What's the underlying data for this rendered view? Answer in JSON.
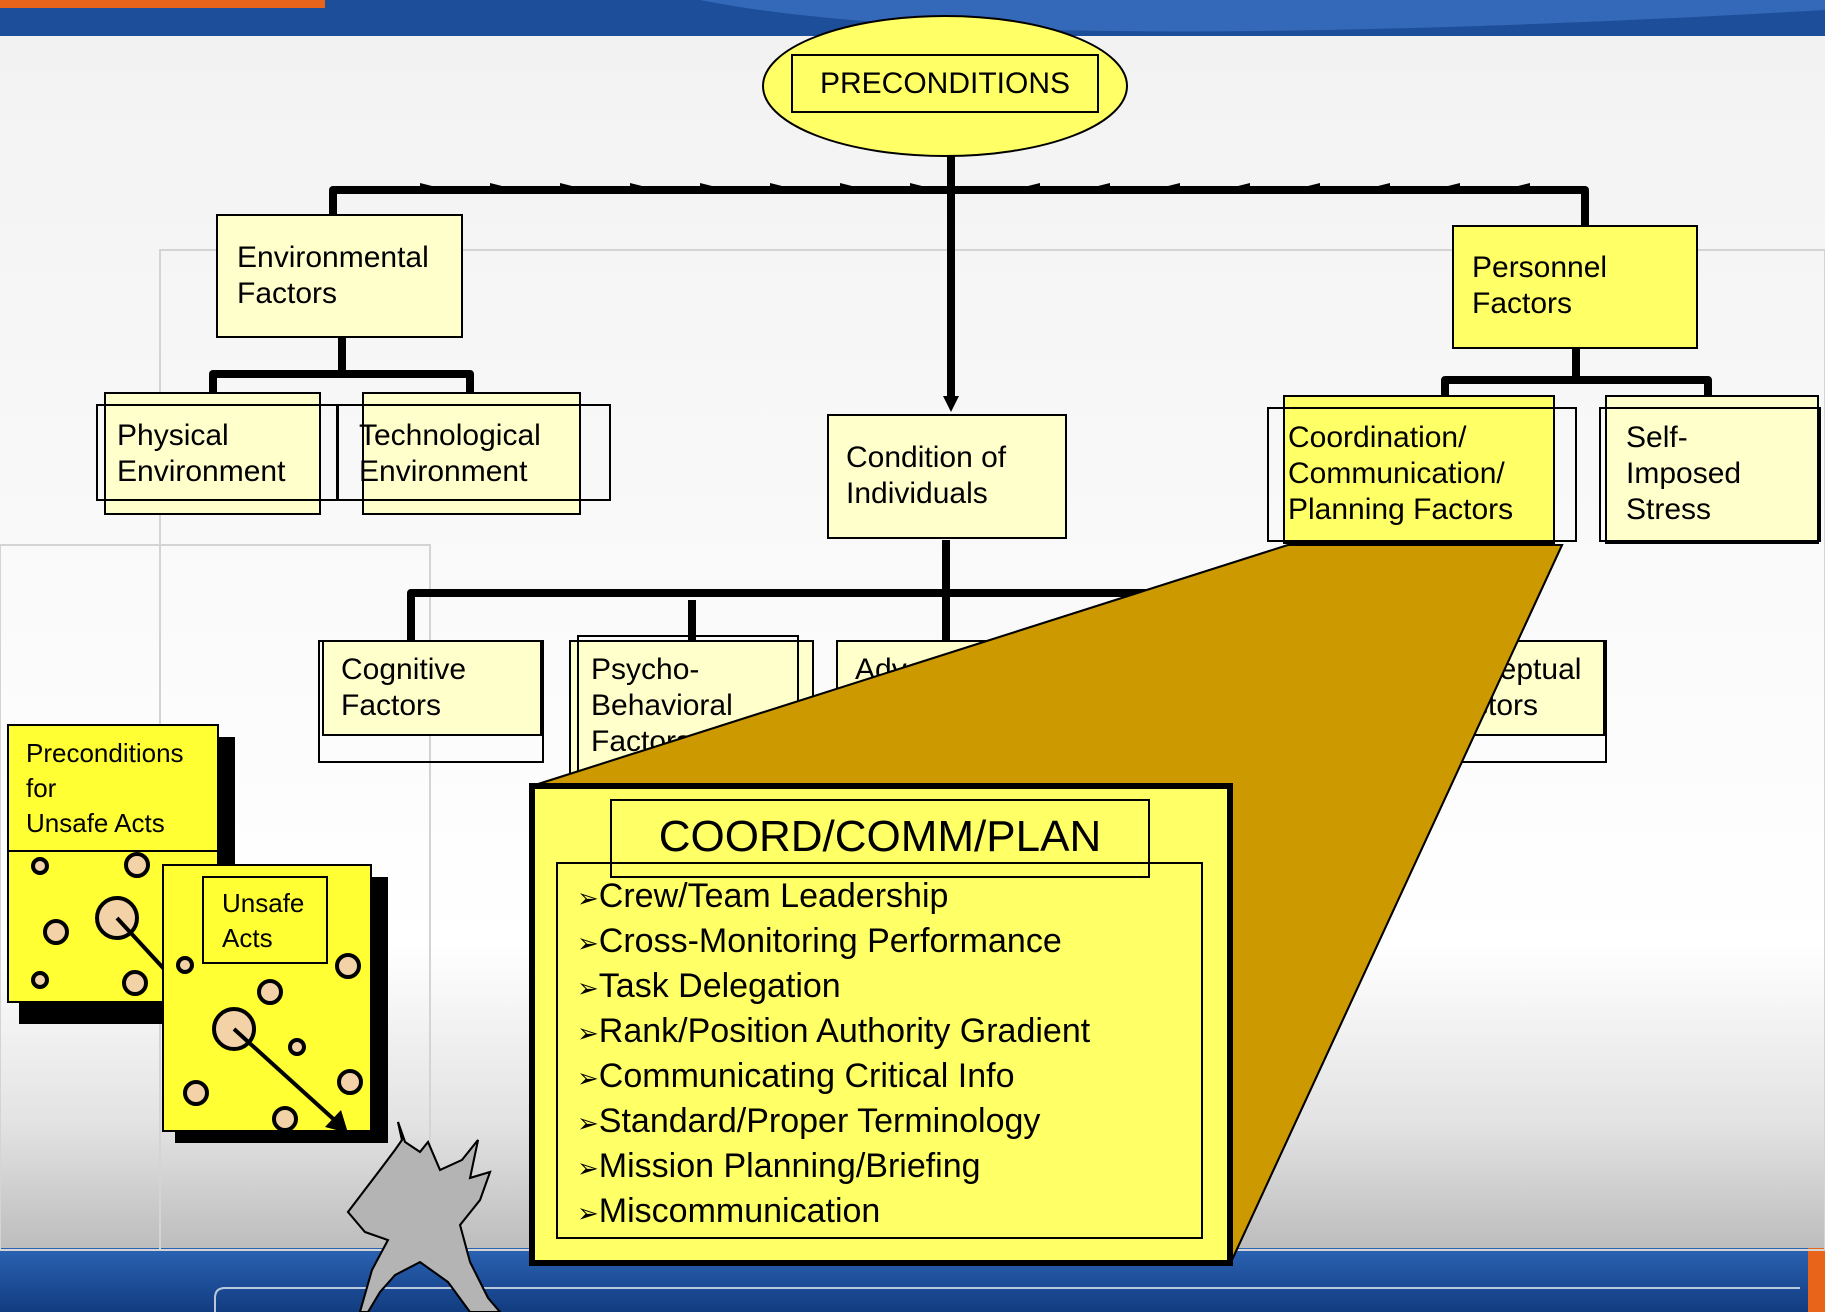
{
  "diagram": {
    "root": "PRECONDITIONS",
    "environmental": {
      "label": "Environmental\nFactors",
      "children": [
        "Physical\nEnvironment",
        "Technological\nEnvironment"
      ]
    },
    "condition_of_individuals": {
      "label": "Condition of\nIndividuals",
      "children": [
        "Cognitive\nFactors",
        "Psycho-\nBehavioral\nFactors",
        "Adverse\nPhysiological",
        "Perceptual\nFactors"
      ]
    },
    "personnel": {
      "label": "Personnel\nFactors",
      "children": [
        "Coordination/\nCommunication/\nPlanning Factors",
        "Self-\nImposed\nStress"
      ]
    },
    "zoom_panel": {
      "title": "COORD/COMM/PLAN",
      "bullet": "➢",
      "items": [
        "Crew/Team Leadership",
        "Cross-Monitoring Performance",
        "Task Delegation",
        "Rank/Position Authority Gradient",
        "Communicating Critical Info",
        "Standard/Proper Terminology",
        "Mission Planning/Briefing",
        "Miscommunication"
      ]
    },
    "swiss_cheese": {
      "preconditions_label": "Preconditions\nfor\n Unsafe Acts",
      "unsafe_acts_label": "Unsafe\nActs"
    }
  },
  "colors": {
    "frame_blue": "#1c4e9a",
    "accent_orange": "#e8641b",
    "box_light_yellow": "#ffffcc",
    "box_yellow": "#ffff66",
    "ellipse_yellow": "#ffff66",
    "zoom_gold": "#cc9900",
    "panel_yellow": "#ffff66"
  }
}
